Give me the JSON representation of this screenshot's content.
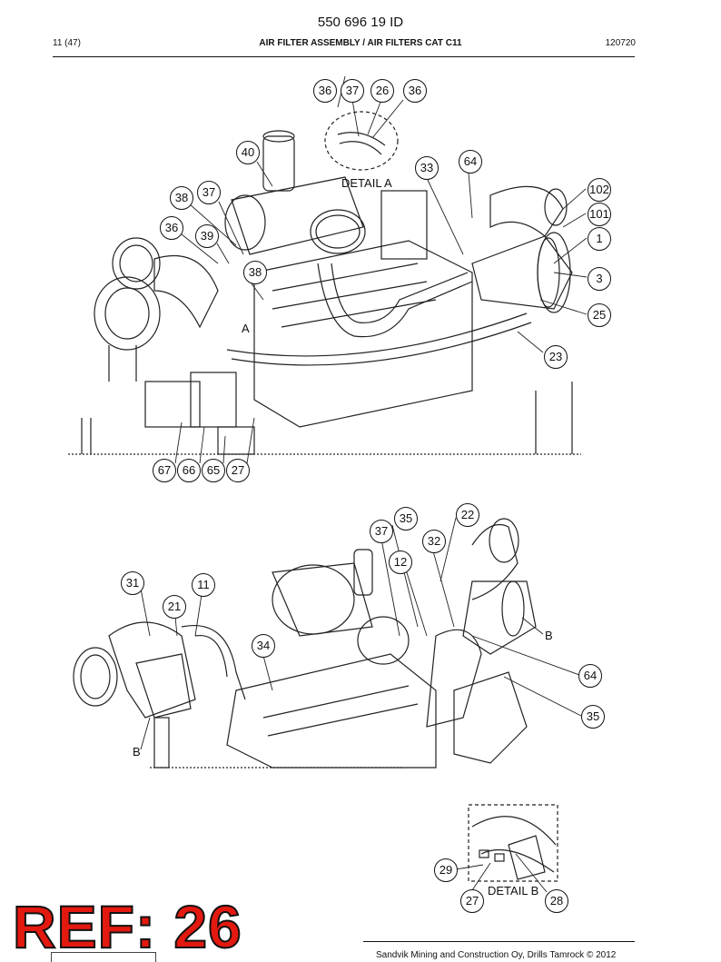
{
  "header": {
    "doc_id": "550 696 19 ID",
    "page": "11 (47)",
    "title": "AIR FILTER ASSEMBLY / AIR FILTERS CAT C11",
    "code": "120720"
  },
  "detail_labels": {
    "detail_a": "DETAIL A",
    "detail_b": "DETAIL B",
    "marker_a": "A",
    "marker_b1": "B",
    "marker_b2": "B"
  },
  "callouts_top": [
    "36",
    "37",
    "26",
    "36",
    "40",
    "33",
    "64",
    "38",
    "37",
    "102",
    "101",
    "36",
    "39",
    "1",
    "38",
    "3",
    "25",
    "23",
    "67",
    "66",
    "65",
    "27"
  ],
  "callouts_middle": [
    "35",
    "22",
    "37",
    "32",
    "12",
    "31",
    "11",
    "21",
    "34",
    "64",
    "35"
  ],
  "callouts_detail_b": [
    "29",
    "27",
    "28"
  ],
  "footer": {
    "copyright": "Sandvik Mining and Construction Oy, Drills Tamrock © 2012"
  },
  "stamp": {
    "text": "REF: 26",
    "color": "#e3190f"
  }
}
